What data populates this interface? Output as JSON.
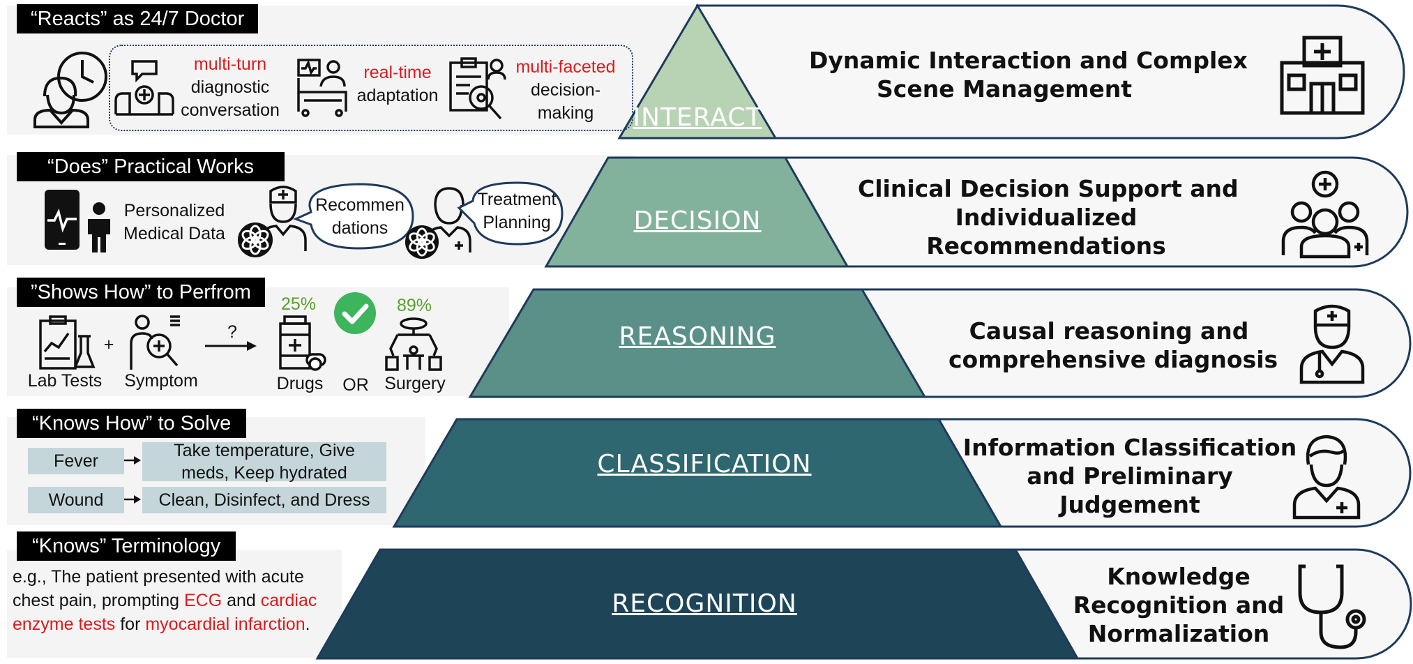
{
  "rows": {
    "interact": {
      "tag": "“Reacts” as 24/7 Doctor",
      "items": [
        {
          "red": "multi-turn",
          "rest1": "diagnostic",
          "rest2": "conversation"
        },
        {
          "red": "real-time",
          "rest1": "adaptation"
        },
        {
          "red": "multi-faceted",
          "rest1": "decision-",
          "rest2": "making"
        }
      ],
      "level": "INTERACT",
      "desc_lines": [
        "Dynamic Interaction and Complex",
        "Scene Management"
      ]
    },
    "decision": {
      "tag": "“Does” Practical Works",
      "data_lines": [
        "Personalized",
        "Medical Data"
      ],
      "bubble1": [
        "Recommen",
        "dations"
      ],
      "bubble2": [
        "Treatment",
        "Planning"
      ],
      "level": "DECISION",
      "desc_lines": [
        "Clinical Decision Support and",
        "Individualized",
        "Recommendations"
      ]
    },
    "reasoning": {
      "tag": "”Shows How” to Perfrom",
      "lab": "Lab Tests",
      "plus": "+",
      "symptom": "Symptom",
      "question": "?",
      "pct1": "25%",
      "drugs": "Drugs",
      "or": "OR",
      "pct2": "89%",
      "surgery": "Surgery",
      "level": "REASONING",
      "desc_lines": [
        "Causal reasoning and",
        "comprehensive diagnosis"
      ]
    },
    "classification": {
      "tag": "“Knows How” to Solve",
      "rows": [
        {
          "key": "Fever",
          "value_lines": [
            "Take temperature, Give",
            "meds, Keep hydrated"
          ]
        },
        {
          "key": "Wound",
          "value_lines": [
            "Clean, Disinfect, and Dress"
          ]
        }
      ],
      "level": "CLASSIFICATION",
      "desc_lines": [
        "Information Classification",
        "and Preliminary",
        "Judgement"
      ]
    },
    "recognition": {
      "tag": "“Knows” Terminology",
      "example": {
        "l1": "e.g., The patient presented with acute",
        "l2a": "chest pain, prompting ",
        "l2b": "ECG",
        "l2c": " and ",
        "l2d": "cardiac",
        "l3a": "enzyme tests",
        "l3b": " for ",
        "l3c": "myocardial infarction",
        "l3d": "."
      },
      "level": "RECOGNITION",
      "desc_lines": [
        "Knowledge",
        "Recognition and",
        "Normalization"
      ]
    }
  },
  "colors": {
    "interact": "#b7d3b4",
    "decision": "#82b29b",
    "reasoning": "#5a9087",
    "classification": "#2e6770",
    "recognition": "#1e4458",
    "highlight": "#e0191b",
    "percent": "#5aa02c",
    "check": "#3cb55d"
  },
  "icons": [
    "doctor-clock-icon",
    "consultation-icon",
    "hospital-bed-icon",
    "clipboard-search-icon",
    "hospital-icon",
    "phone-heartbeat-icon",
    "person-icon",
    "doctor-icon",
    "chatgpt-logo-icon",
    "medical-team-icon",
    "lab-report-icon",
    "symptom-search-icon",
    "arrow-icon",
    "medicine-bottle-icon",
    "check-circle-icon",
    "surgery-robot-icon",
    "nurse-icon",
    "stethoscope-icon"
  ]
}
